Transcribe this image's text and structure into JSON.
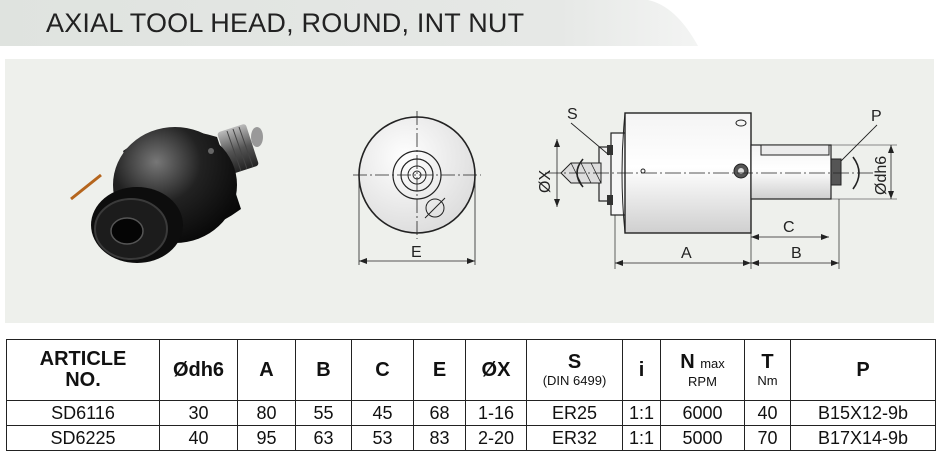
{
  "title": "AXIAL TOOL HEAD, ROUND, INT NUT",
  "drawing_labels": {
    "E": "E",
    "A": "A",
    "B": "B",
    "C": "C",
    "S": "S",
    "P": "P",
    "ox": "ØX",
    "odh6": "Ødh6"
  },
  "table": {
    "headers": {
      "article_line1": "ARTICLE",
      "article_line2": "NO.",
      "odh6": "Ødh6",
      "a": "A",
      "b": "B",
      "c": "C",
      "e": "E",
      "ox": "ØX",
      "s": "S",
      "s_sub": "(DIN 6499)",
      "i": "i",
      "n": "N",
      "n_max": "max",
      "n_sub": "RPM",
      "t": "T",
      "t_sub": "Nm",
      "p": "P"
    },
    "rows": [
      {
        "article": "SD6116",
        "odh6": "30",
        "a": "80",
        "b": "55",
        "c": "45",
        "e": "68",
        "ox": "1-16",
        "s": "ER25",
        "i": "1:1",
        "n": "6000",
        "t": "40",
        "p": "B15X12-9b"
      },
      {
        "article": "SD6225",
        "odh6": "40",
        "a": "95",
        "b": "63",
        "c": "53",
        "e": "83",
        "ox": "2-20",
        "s": "ER32",
        "i": "1:1",
        "n": "5000",
        "t": "70",
        "p": "B17X14-9b"
      }
    ]
  },
  "colors": {
    "title_band": "#e1e4e1",
    "panel": "#eef0ec",
    "body": "#111111"
  }
}
